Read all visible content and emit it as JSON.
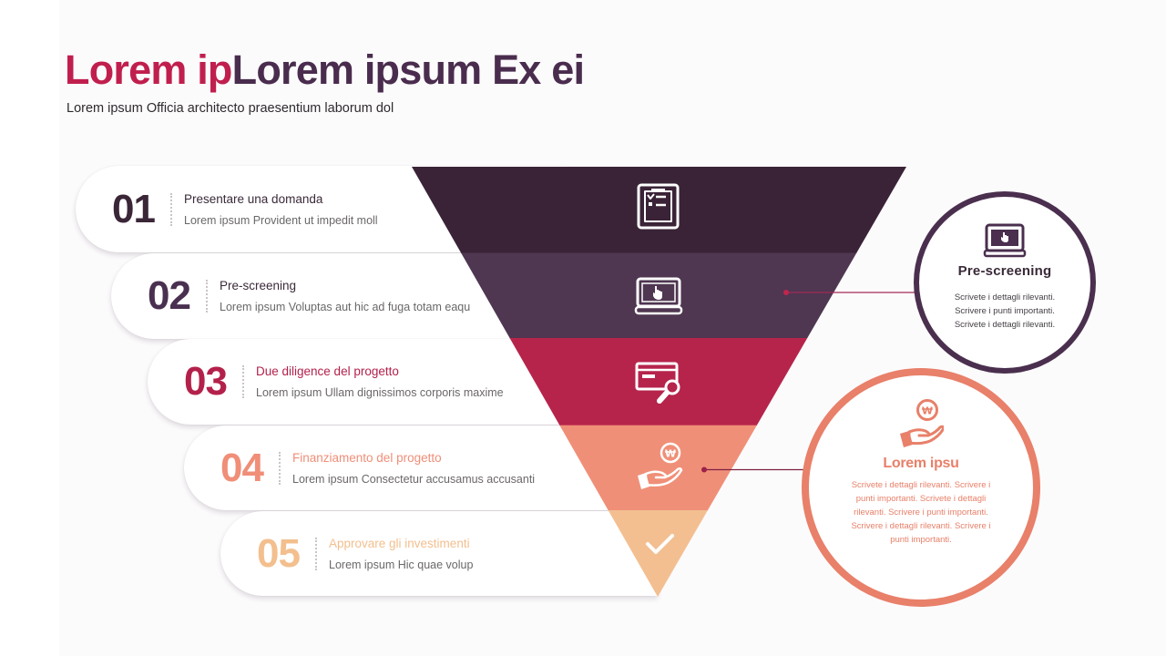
{
  "header": {
    "title_part1": "Lorem ip",
    "title_part2": "Lorem ipsum Ex ei",
    "subtitle": "Lorem ipsum Officia architecto praesentium laborum dol"
  },
  "colors": {
    "title_accent": "#c01f4e",
    "title_main": "#4a2d4e",
    "description_text": "#6b6769",
    "connector_line": "#a22a55"
  },
  "steps": [
    {
      "number": "01",
      "title": "Presentare una domanda",
      "description": "Lorem ipsum Provident ut impedit moll",
      "color": "#3a2637",
      "title_color": "#3a2a38"
    },
    {
      "number": "02",
      "title": "Pre-screening",
      "description": "Lorem ipsum Voluptas aut hic ad fuga totam eaqu",
      "color": "#4a3050",
      "title_color": "#3a2a38"
    },
    {
      "number": "03",
      "title": "Due diligence del progetto",
      "description": "Lorem ipsum Ullam dignissimos corporis maxime",
      "color": "#b3214b",
      "title_color": "#b3214b"
    },
    {
      "number": "04",
      "title": "Finanziamento del progetto",
      "description": "Lorem ipsum Consectetur accusamus accusanti",
      "color": "#f08e78",
      "title_color": "#f08e78"
    },
    {
      "number": "05",
      "title": "Approvare gli investimenti",
      "description": "Lorem ipsum Hic quae volup",
      "color": "#f3bf8e",
      "title_color": "#f3bf8e"
    }
  ],
  "funnel": {
    "segments": [
      {
        "icon": "clipboard-checklist-icon",
        "color": "#3a2337"
      },
      {
        "icon": "monitor-click-icon",
        "color": "#4f3651"
      },
      {
        "icon": "card-search-icon",
        "color": "#b6244b"
      },
      {
        "icon": "hand-coin-icon",
        "color": "#f08f78"
      },
      {
        "icon": "check-icon",
        "color": "#f3bf91"
      }
    ],
    "coin_symbol": "₩"
  },
  "callouts": [
    {
      "title": "Pre-screening",
      "icon": "monitor-click-icon",
      "color": "#4a2f4e",
      "lines": [
        "Scrivete i dettagli rilevanti.",
        "Scrivere i punti importanti.",
        "Scrivete i dettagli rilevanti."
      ]
    },
    {
      "title": "Lorem ipsu",
      "icon": "hand-coin-icon",
      "color": "#e8806a",
      "lines": [
        "Scrivete i dettagli rilevanti. Scrivere i",
        "punti importanti. Scrivete i dettagli",
        "rilevanti. Scrivere i punti importanti.",
        "Scrivere i dettagli rilevanti. Scrivere i",
        "punti importanti."
      ]
    }
  ]
}
